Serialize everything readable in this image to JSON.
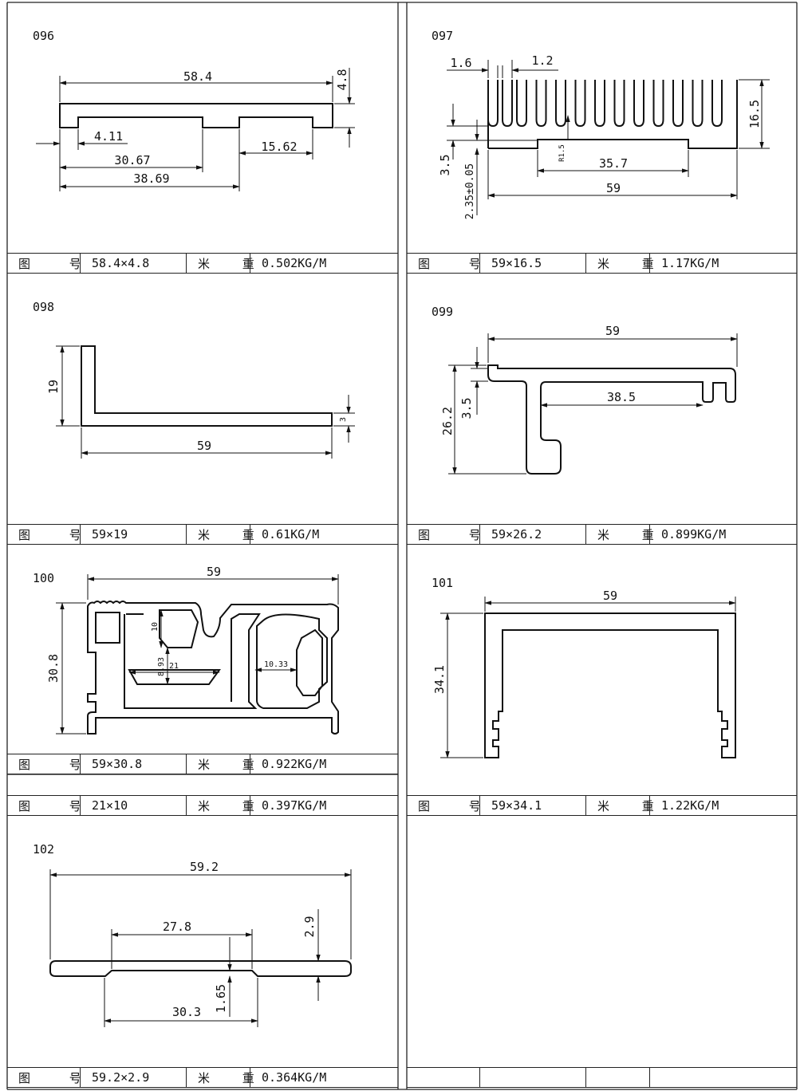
{
  "table_labels": {
    "drawing_no": "图 号",
    "weight": "米 重"
  },
  "profiles": [
    {
      "id": "096",
      "size": "58.4×4.8",
      "weight": "0.502KG/M",
      "dims": [
        "58.4",
        "4.8",
        "4.11",
        "15.62",
        "30.67",
        "38.69"
      ]
    },
    {
      "id": "097",
      "size": "59×16.5",
      "weight": "1.17KG/M",
      "dims": [
        "1.6",
        "1.2",
        "16.5",
        "3.5",
        "2.35±0.05",
        "R1.5",
        "35.7",
        "59"
      ]
    },
    {
      "id": "098",
      "size": "59×19",
      "weight": "0.61KG/M",
      "dims": [
        "19",
        "59",
        "3"
      ]
    },
    {
      "id": "099",
      "size": "59×26.2",
      "weight": "0.899KG/M",
      "dims": [
        "59",
        "26.2",
        "3.5",
        "38.5"
      ]
    },
    {
      "id": "100",
      "size": "59×30.8",
      "weight": "0.922KG/M",
      "dims": [
        "59",
        "30.8",
        "10",
        "8.93",
        "21",
        "10.33"
      ],
      "extra_size": "21×10",
      "extra_weight": "0.397KG/M"
    },
    {
      "id": "101",
      "size": "59×34.1",
      "weight": "1.22KG/M",
      "dims": [
        "59",
        "34.1"
      ]
    },
    {
      "id": "102",
      "size": "59.2×2.9",
      "weight": "0.364KG/M",
      "dims": [
        "59.2",
        "27.8",
        "2.9",
        "1.65",
        "30.3"
      ]
    }
  ]
}
